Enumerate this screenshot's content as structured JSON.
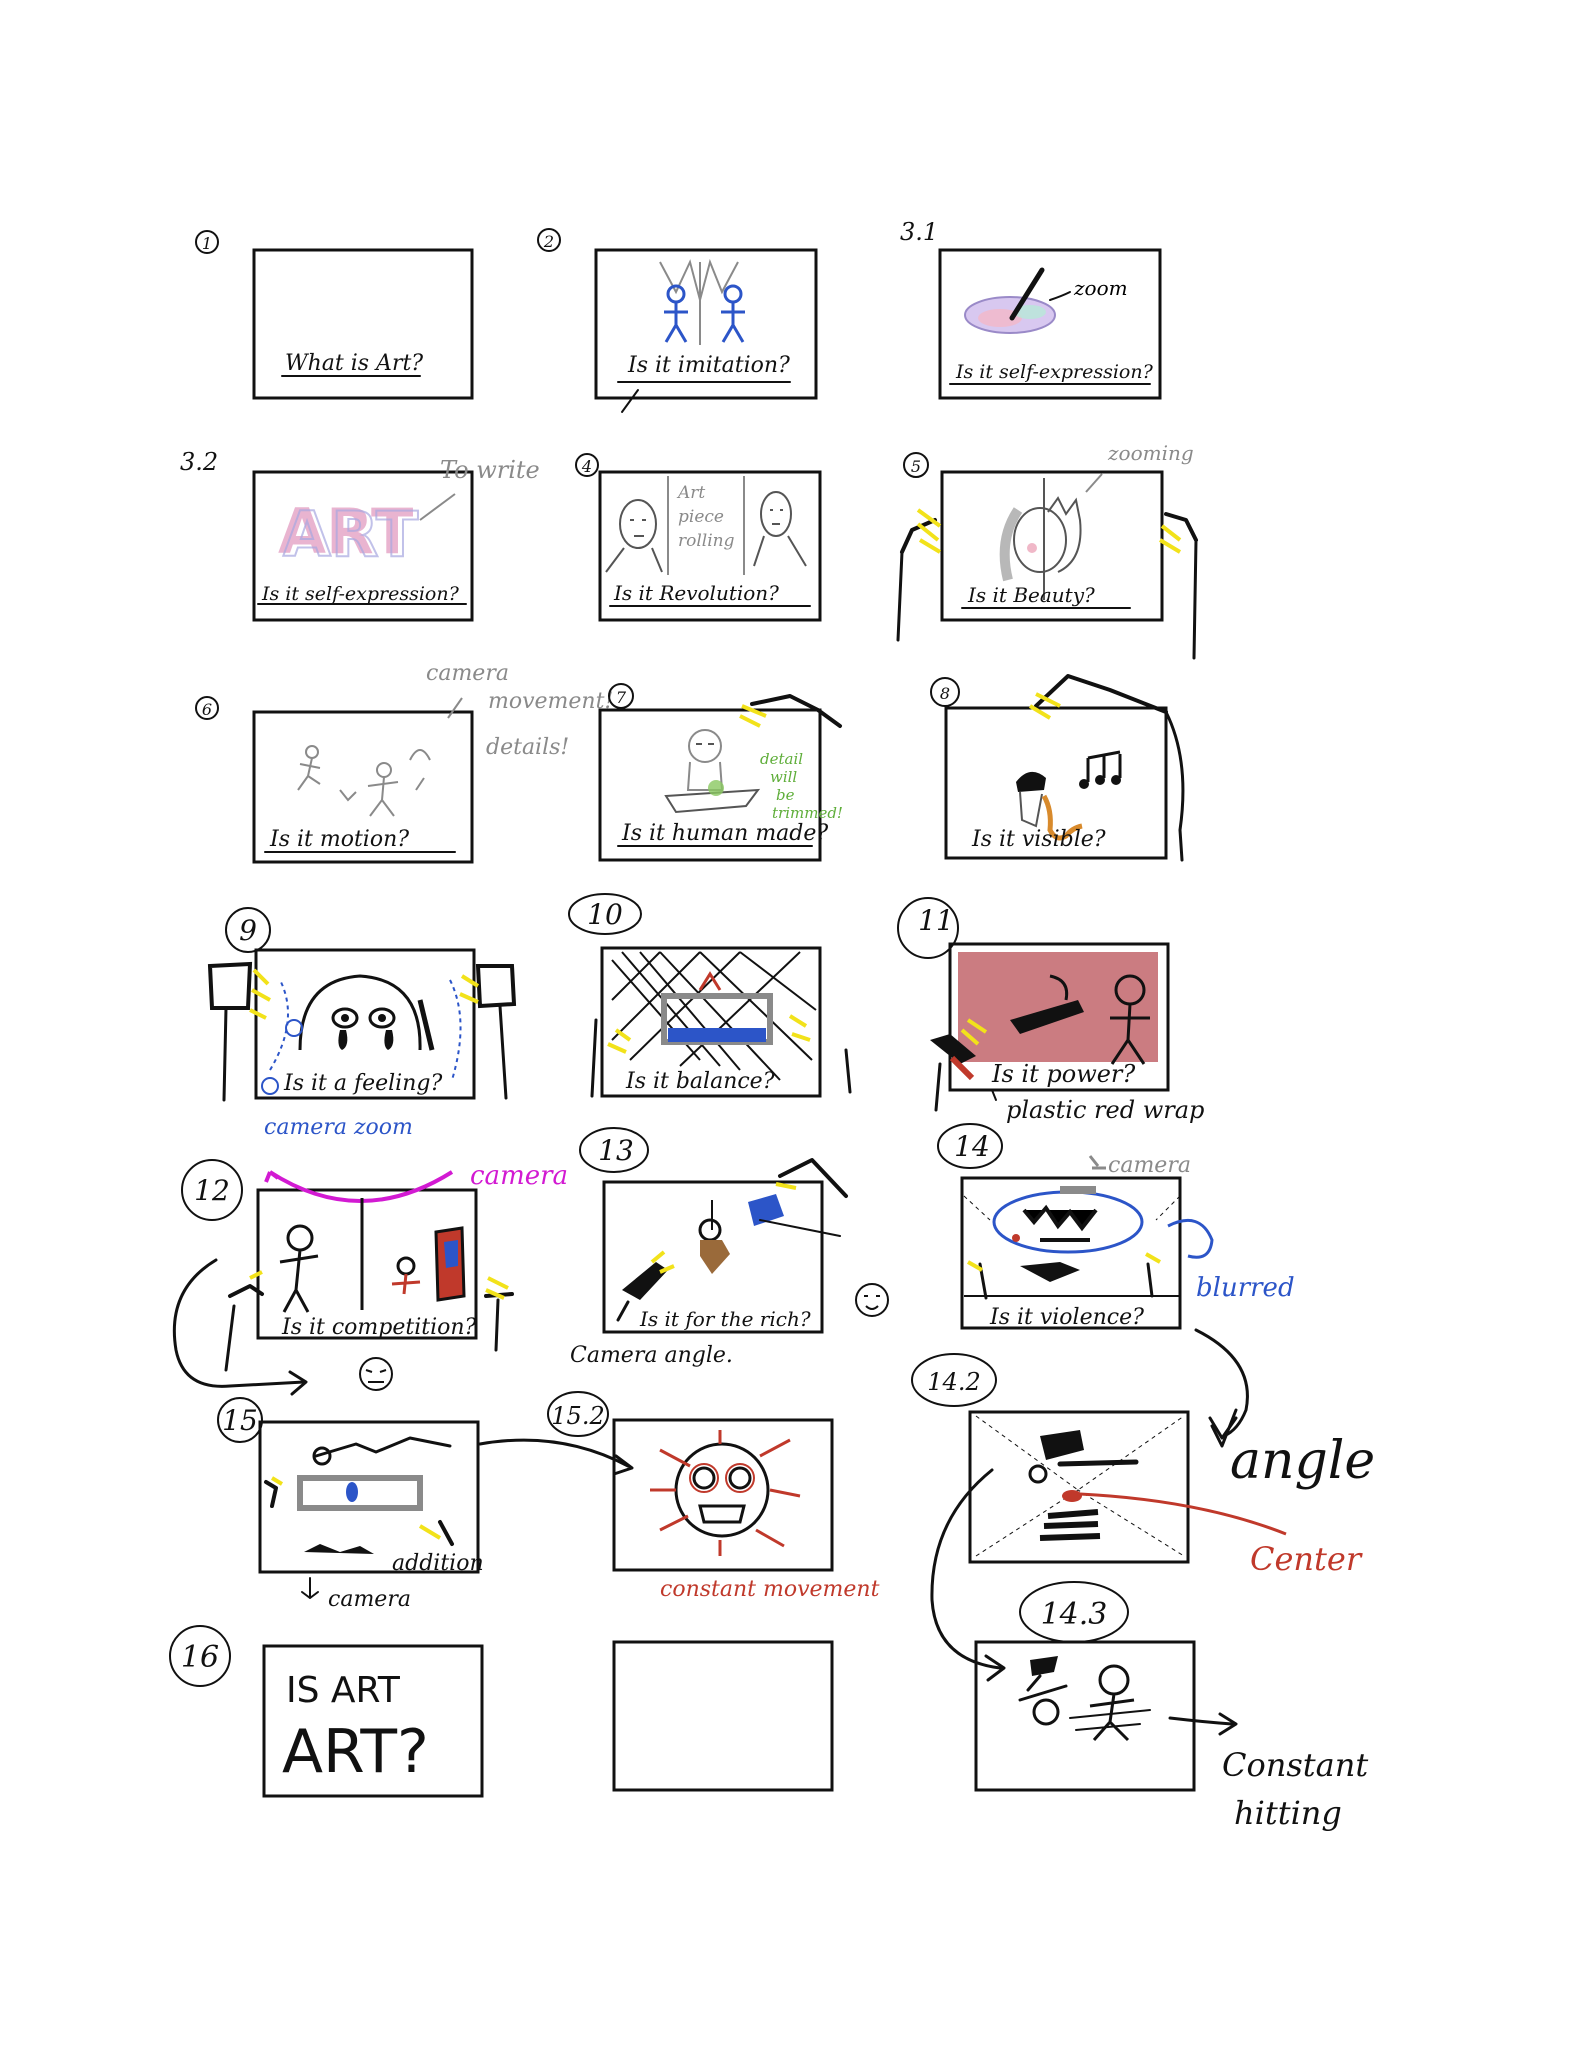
{
  "frames": [
    {
      "id": "1",
      "caption": "What is Art?"
    },
    {
      "id": "2",
      "caption": "Is it imitation?"
    },
    {
      "id": "3.1",
      "caption": "Is it self-expression?"
    },
    {
      "id": "3.2",
      "caption": "Is it self-expression?"
    },
    {
      "id": "4",
      "caption": "Is it Revolution?"
    },
    {
      "id": "5",
      "caption": "Is it Beauty?"
    },
    {
      "id": "6",
      "caption": "Is it motion?"
    },
    {
      "id": "7",
      "caption": "Is it human made?"
    },
    {
      "id": "8",
      "caption": "Is it visible?"
    },
    {
      "id": "9",
      "caption": "Is it a feeling?"
    },
    {
      "id": "10",
      "caption": "Is it balance?"
    },
    {
      "id": "11",
      "caption": "Is it power?"
    },
    {
      "id": "12",
      "caption": "Is it competition?"
    },
    {
      "id": "13",
      "caption": "Is it for the rich?"
    },
    {
      "id": "14",
      "caption": "Is it violence?"
    },
    {
      "id": "15",
      "caption": ""
    },
    {
      "id": "15.2",
      "caption": ""
    },
    {
      "id": "14.2",
      "caption": ""
    },
    {
      "id": "16",
      "caption": ""
    },
    {
      "id": "",
      "caption": ""
    },
    {
      "id": "14.3",
      "caption": ""
    }
  ],
  "frame_art_text": {
    "art_letters": "ART",
    "art_piece_rolling": [
      "Art",
      "piece",
      "rolling"
    ],
    "is_art_line1": "IS ART",
    "is_art_line2": "ART?"
  },
  "notes": {
    "zoom": "zoom",
    "to_write": "To write",
    "zooming": "zooming",
    "camera_movement": [
      "camera",
      "movement!",
      "details!"
    ],
    "detail": [
      "detail",
      "will",
      "be",
      "trimmed!"
    ],
    "camera_zoom": "camera zoom",
    "plastic_red_wrap": "plastic red wrap",
    "camera_magenta": "camera",
    "camera_grey": "camera",
    "blurred": "blurred",
    "camera_angle": "Camera angle.",
    "addition": "addition",
    "camera_15": "camera",
    "constant_movement": "constant movement",
    "angle": "angle",
    "center": "Center",
    "constant_hitting": [
      "Constant",
      "hitting"
    ]
  },
  "colors": {
    "ink": "#111111",
    "blue": "#2c55c8",
    "magenta": "#d21ad2",
    "red": "#c0392b",
    "green": "#5fae3a",
    "grey": "#8a8a8a",
    "yellow": "#f2e21a",
    "dark_red": "#b5454b"
  }
}
